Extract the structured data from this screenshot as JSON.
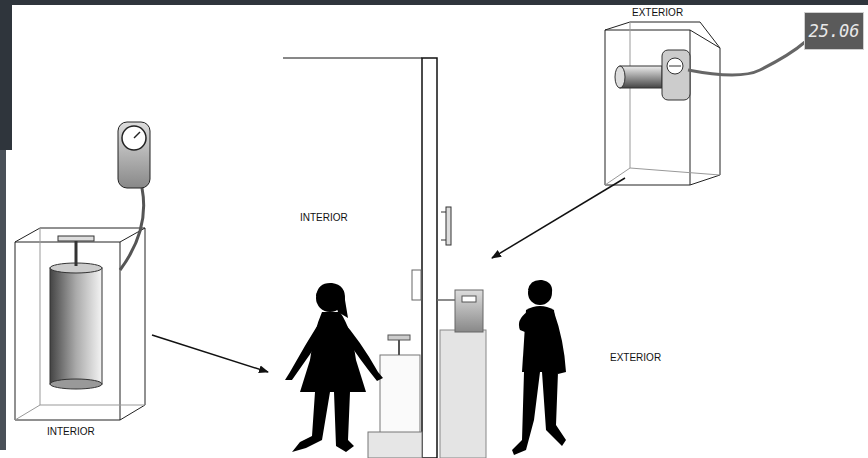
{
  "diagram": {
    "nodes": [
      {
        "text": [
          "25.06"
        ]
      }
    ],
    "labels": [
      "EXTERIOR",
      "INTERIOR",
      "EXTERIOR",
      "INTERIOR"
    ]
  }
}
